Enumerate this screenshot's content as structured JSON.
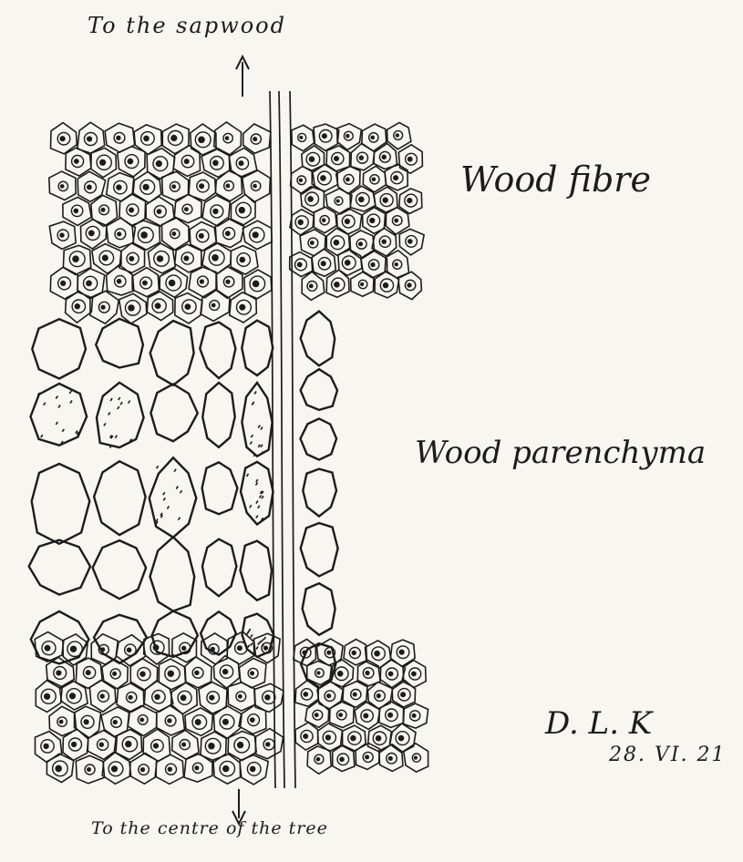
{
  "labels": {
    "top_direction": "To the sapwood",
    "bottom_direction": "To the centre of the tree",
    "wood_fibre": "Wood fibre",
    "wood_parenchyma": "Wood parenchyma",
    "signature": "D. L. K",
    "date": "28. VI. 21"
  },
  "colors": {
    "ink": "#1c1c1c",
    "paper": "#f7f6f1"
  }
}
